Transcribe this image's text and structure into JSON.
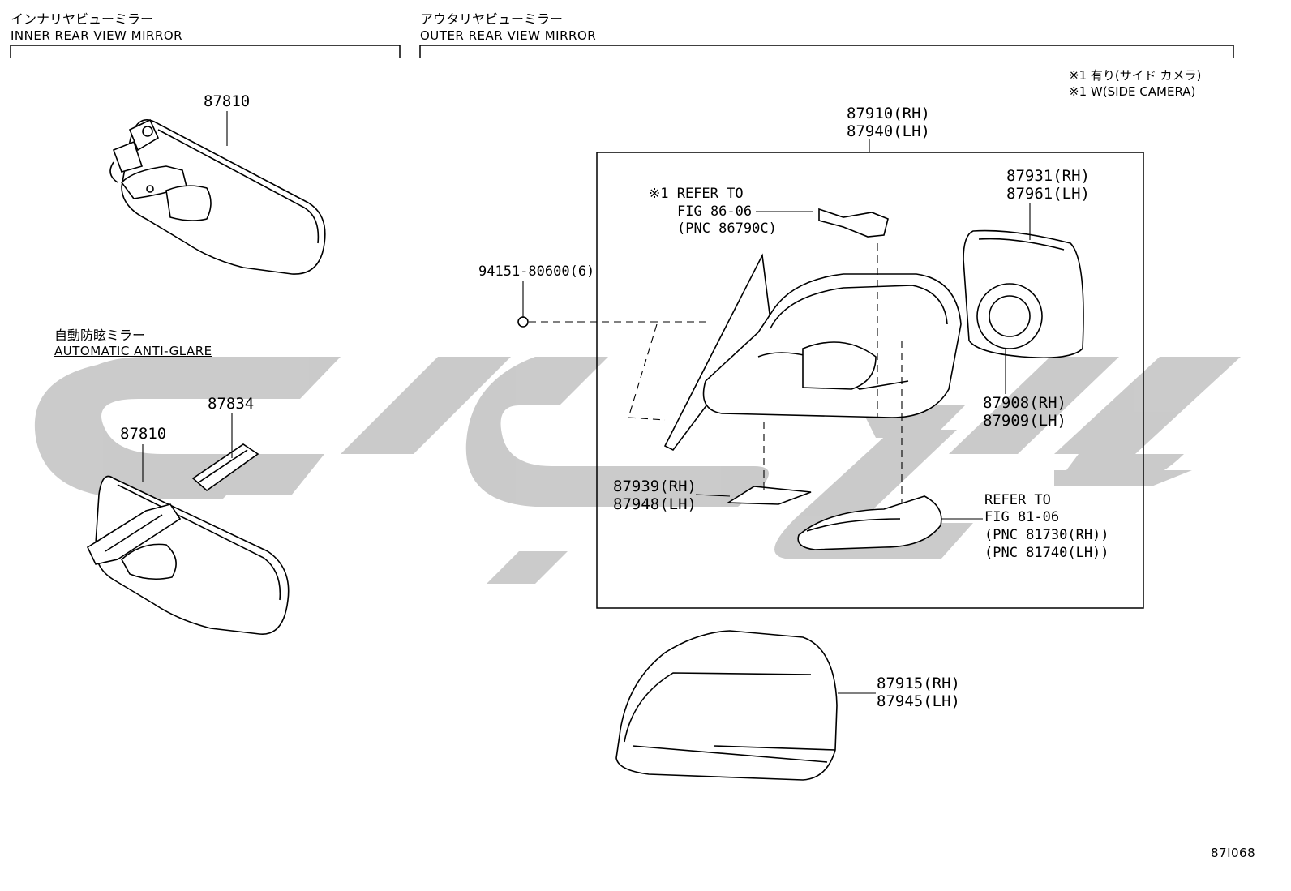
{
  "inner": {
    "title_jp": "インナリヤビューミラー",
    "title_en": "INNER REAR VIEW MIRROR",
    "part_main": "87810",
    "auto_jp": "自動防眩ミラー",
    "auto_en": "AUTOMATIC ANTI-GLARE",
    "part_auto": "87810",
    "part_cover": "87834"
  },
  "outer": {
    "title_jp": "アウタリヤビューミラー",
    "title_en": "OUTER REAR VIEW MIRROR",
    "note_jp": "※1 有り(サイド カメラ)",
    "note_en": "※1 W(SIDE CAMERA)",
    "assy_rh": "87910(RH)",
    "assy_lh": "87940(LH)",
    "camera_ref_1": "※1 REFER TO",
    "camera_ref_2": "FIG 86-06",
    "camera_ref_3": "(PNC 86790C)",
    "screw": "94151-80600(6)",
    "glass_rh": "87931(RH)",
    "glass_lh": "87961(LH)",
    "motor_rh": "87908(RH)",
    "motor_lh": "87909(LH)",
    "cover_lower_rh": "87939(RH)",
    "cover_lower_lh": "87948(LH)",
    "lamp_ref_1": "REFER TO",
    "lamp_ref_2": "FIG 81-06",
    "lamp_ref_3": "(PNC 81730(RH))",
    "lamp_ref_4": "(PNC 81740(LH))",
    "cap_rh": "87915(RH)",
    "cap_lh": "87945(LH)"
  },
  "figure_code": "87I068",
  "colors": {
    "line": "#000000",
    "watermark": "#c8c8c8"
  }
}
